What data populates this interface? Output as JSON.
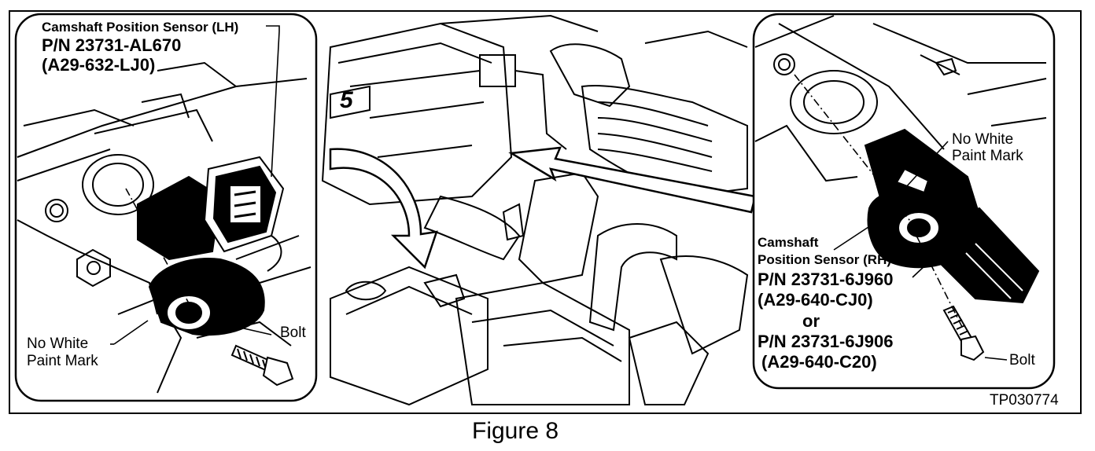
{
  "left_inset": {
    "sensor_title": "Camshaft Position Sensor (LH)",
    "part_number": "P/N 23731-AL670",
    "alt_number": "(A29-632-LJ0)",
    "paint_mark_line1": "No White",
    "paint_mark_line2": "Paint Mark",
    "bolt_label": "Bolt"
  },
  "right_inset": {
    "paint_mark_line1": "No White",
    "paint_mark_line2": "Paint Mark",
    "sensor_title_line1": "Camshaft",
    "sensor_title_line2": "Position Sensor (RH)",
    "part_number_1": "P/N 23731-6J960",
    "alt_number_1": "(A29-640-CJ0)",
    "or_text": "or",
    "part_number_2": "P/N 23731-6J906",
    "alt_number_2": "(A29-640-C20)",
    "bolt_label": "Bolt"
  },
  "center": {
    "engine_marking": "5"
  },
  "reference_code": "TP030774",
  "caption": "Figure 8"
}
